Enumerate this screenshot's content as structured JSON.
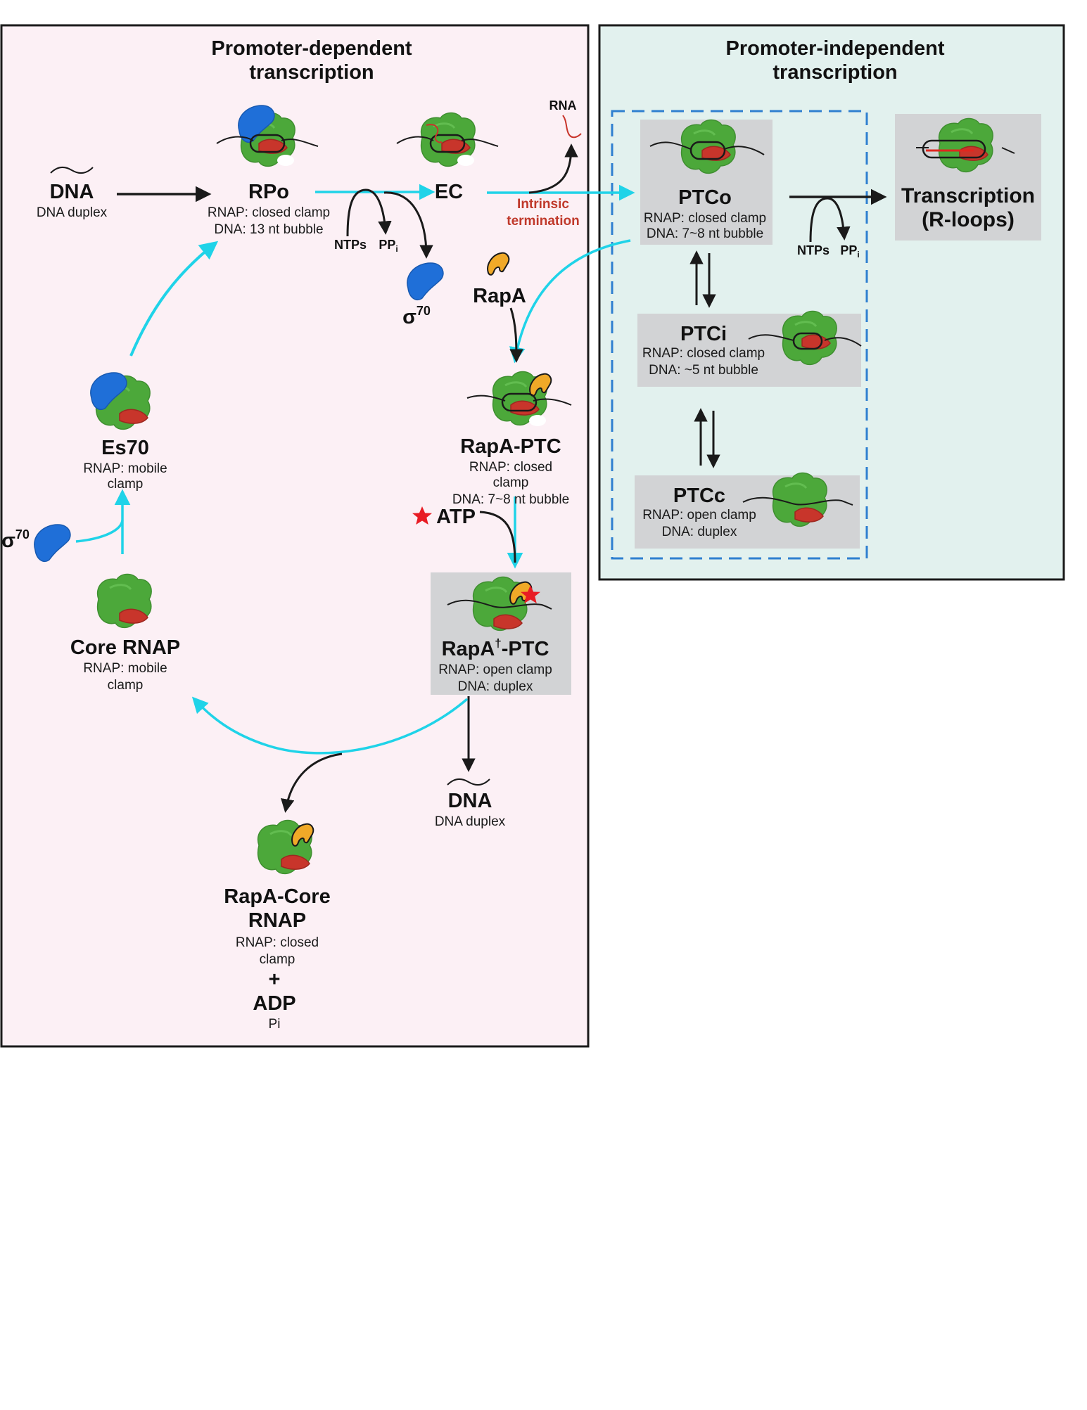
{
  "panels": {
    "left_title": [
      "Promoter-dependent",
      "transcription"
    ],
    "right_title": [
      "Promoter-independent",
      "transcription"
    ]
  },
  "nodes": {
    "dna_top": {
      "name": "DNA",
      "desc": "DNA duplex"
    },
    "rpo": {
      "name": "RPo",
      "lines": [
        "RNAP: closed clamp",
        "DNA: 13 nt bubble"
      ]
    },
    "ec": {
      "name": "EC"
    },
    "rna": {
      "name": "RNA"
    },
    "intrinsic": {
      "lines": [
        "Intrinsic",
        "termination"
      ]
    },
    "ntps_left": {
      "ntps": "NTPs",
      "ppi": "PP",
      "ppi_sub": "i"
    },
    "sigma_mid": {
      "name": "σ",
      "sup": "70"
    },
    "rapa": {
      "name": "RapA"
    },
    "rapa_ptc": {
      "name": "RapA-PTC",
      "lines": [
        "RNAP: closed",
        "clamp",
        "DNA: 7~8 nt bubble"
      ]
    },
    "atp": {
      "name": "ATP"
    },
    "rapa_dag_ptc": {
      "name_pre": "RapA",
      "name_sup": "†",
      "name_post": "-PTC",
      "lines": [
        "RNAP: open clamp",
        "DNA: duplex"
      ]
    },
    "dna_bottom": {
      "name": "DNA",
      "desc": "DNA duplex"
    },
    "rapa_core": {
      "name": [
        "RapA-Core",
        "RNAP"
      ],
      "lines": [
        "RNAP: closed",
        "clamp"
      ],
      "plus": "+",
      "adp": "ADP",
      "pi": "Pi"
    },
    "core_rnap": {
      "name": "Core RNAP",
      "lines": [
        "RNAP: mobile",
        "clamp"
      ]
    },
    "es70": {
      "name": "Es70",
      "lines": [
        "RNAP: mobile",
        "clamp"
      ]
    },
    "sigma_left": {
      "name": "σ",
      "sup": "70"
    },
    "ptco": {
      "name": "PTCo",
      "lines": [
        "RNAP: closed clamp",
        "DNA: 7~8 nt bubble"
      ]
    },
    "ntps_right": {
      "ntps": "NTPs",
      "ppi": "PP",
      "ppi_sub": "i"
    },
    "transcription": {
      "lines": [
        "Transcription",
        "(R-loops)"
      ]
    },
    "ptci": {
      "name": "PTCi",
      "lines": [
        "RNAP: closed clamp",
        "DNA: ~5 nt bubble"
      ]
    },
    "ptcc": {
      "name": "PTCc",
      "lines": [
        "RNAP: open clamp",
        "DNA: duplex"
      ]
    }
  },
  "colors": {
    "left_bg": "#fcf0f5",
    "right_bg": "#e2f1ee",
    "box_gray": "#d2d3d5",
    "cyan_arrow": "#1fd3e8",
    "black_arrow": "#1a1a1a",
    "dashed_blue": "#2f7fd0",
    "rnap_green": "#4ca83a",
    "rnap_red": "#c8352b",
    "sigma_blue": "#1f6fd8",
    "rapa_yellow": "#f0a928",
    "atp_star": "#e81c24",
    "termination_red": "#c0392b"
  },
  "icons": [
    "rnap-icon",
    "sigma70-icon",
    "rapa-icon",
    "dna-strand-icon",
    "atp-star-icon",
    "rna-strand-icon"
  ]
}
